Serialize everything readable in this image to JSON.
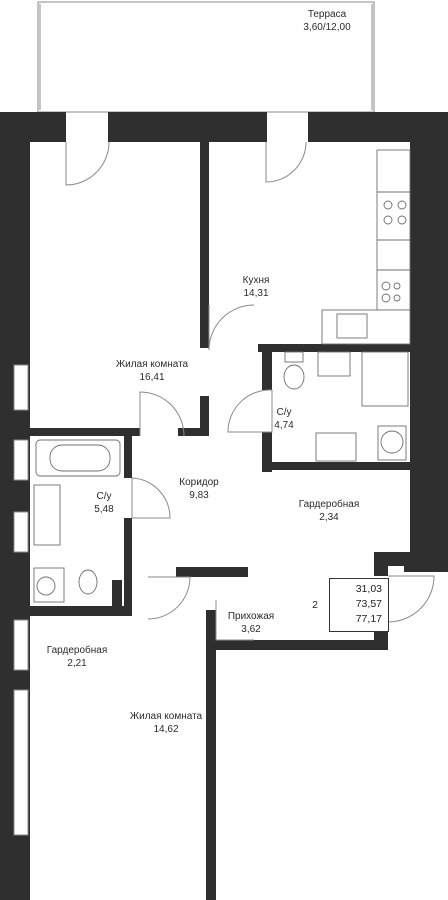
{
  "rooms": [
    {
      "name": "Терраса",
      "area": "3,60/12,00"
    },
    {
      "name": "Кухня",
      "area": "14,31"
    },
    {
      "name": "Жилая комната",
      "area": "16,41"
    },
    {
      "name": "С/у",
      "area": "4,74"
    },
    {
      "name": "Коридор",
      "area": "9,83"
    },
    {
      "name": "С/у",
      "area": "5,48"
    },
    {
      "name": "Гардеробная",
      "area": "2,34"
    },
    {
      "name": "Прихожая",
      "area": "3,62"
    },
    {
      "name": "Гардеробная",
      "area": "2,21"
    },
    {
      "name": "Жилая комната",
      "area": "14,62"
    }
  ],
  "summary": {
    "rooms_count": "2",
    "living_area": "31,03",
    "total_area": "73,57",
    "total_with_terrace": "77,17"
  },
  "colors": {
    "wall": "#2f2f2f",
    "line": "#8a8a8a",
    "fixture": "#6f6f6f"
  }
}
